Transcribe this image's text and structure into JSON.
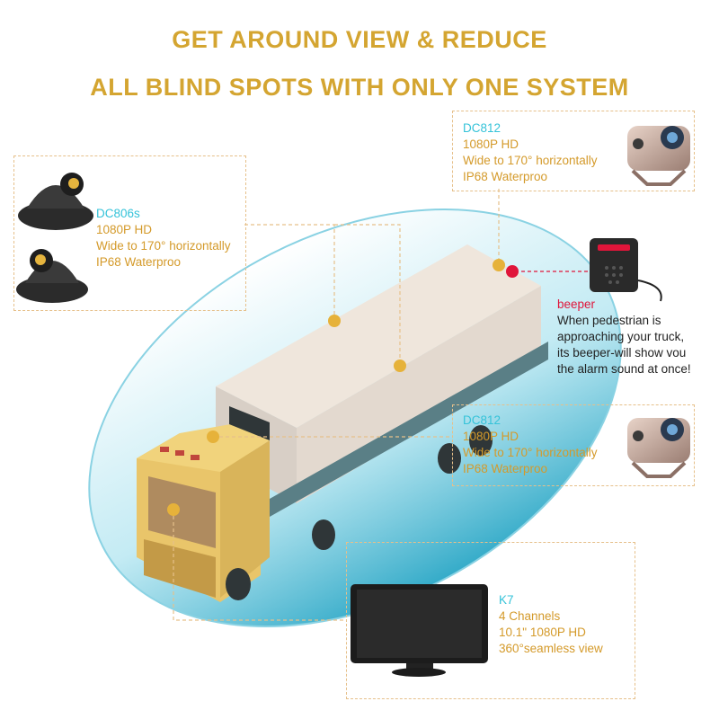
{
  "headline": {
    "line1": "GET AROUND VIEW & REDUCE",
    "line2": "ALL BLIND SPOTS WITH ONLY ONE SYSTEM"
  },
  "products": {
    "dc806s": {
      "model": "DC806s",
      "spec1": "1080P HD",
      "spec2": "Wide to 170° horizontally",
      "spec3": "IP68 Waterproo"
    },
    "dc812_top": {
      "model": "DC812",
      "spec1": "1080P HD",
      "spec2": "Wide to 170° horizontally",
      "spec3": "IP68 Waterproo"
    },
    "beeper": {
      "model": "beeper",
      "line1": "When pedestrian is",
      "line2": "approaching your truck,",
      "line3": "its beeper-will show vou",
      "line4": "the alarm sound at once!"
    },
    "dc812_mid": {
      "model": "DC812",
      "spec1": "1080P HD",
      "spec2": "Wide to 170° horizontally",
      "spec3": "IP68 Waterproo"
    },
    "k7": {
      "model": "K7",
      "spec1": "4 Channels",
      "spec2": "10.1\" 1080P HD",
      "spec3": "360°seamless view"
    }
  },
  "colors": {
    "headline": "#d4a531",
    "model_label": "#35c3d9",
    "spec_text": "#d49a2a",
    "beeper_label": "#e0153a",
    "view_ellipse": "#7fd3e6",
    "camera_marker": "#e6b23a"
  }
}
